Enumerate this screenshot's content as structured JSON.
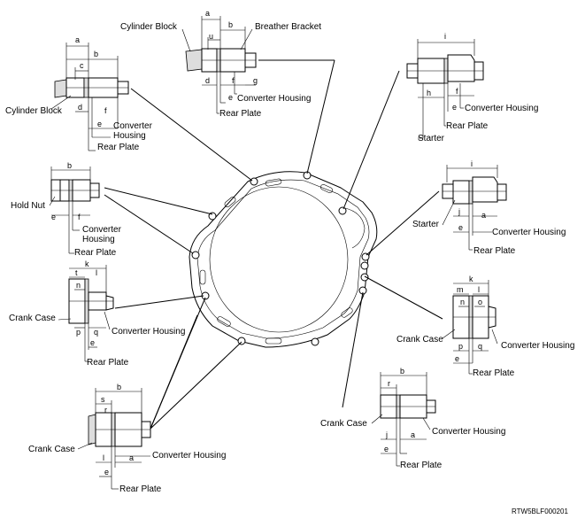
{
  "labels": {
    "cylinder_block_top": "Cylinder Block",
    "breather_bracket": "Breather Bracket",
    "converter_housing_top": "Converter Housing",
    "rear_plate_top": "Rear Plate",
    "cylinder_block_left": "Cylinder Block",
    "converter_housing_left_1": "Converter",
    "converter_housing_left_2": "Housing",
    "rear_plate_left": "Rear Plate",
    "hold_nut": "Hold Nut",
    "converter_housing_hold_1": "Converter",
    "converter_housing_hold_2": "Housing",
    "rear_plate_hold": "Rear Plate",
    "crank_case_left": "Crank Case",
    "converter_housing_crank_left": "Converter Housing",
    "rear_plate_crank_left": "Rear Plate",
    "crank_case_bottom": "Crank Case",
    "converter_housing_bottom": "Converter Housing",
    "rear_plate_bottom": "Rear Plate",
    "converter_housing_starter_top": "Converter Housing",
    "rear_plate_starter_top": "Rear Plate",
    "starter_top": "Starter",
    "starter_mid": "Starter",
    "converter_housing_starter_mid": "Converter Housing",
    "rear_plate_starter_mid": "Rear Plate",
    "crank_case_right": "Crank Case",
    "converter_housing_right": "Converter Housing",
    "rear_plate_right": "Rear Plate",
    "crank_case_bottom_right": "Crank Case",
    "converter_housing_bottom_right": "Converter Housing",
    "rear_plate_bottom_right": "Rear Plate"
  },
  "dims": {
    "a": "a",
    "b": "b",
    "c": "c",
    "d": "d",
    "e": "e",
    "f": "f",
    "g": "g",
    "h": "h",
    "i": "i",
    "j": "j",
    "k": "k",
    "l": "l",
    "m": "m",
    "n": "n",
    "o": "o",
    "p": "p",
    "q": "q",
    "r": "r",
    "s": "s",
    "t": "t",
    "u": "u"
  },
  "figure_code": "RTW5BLF000201"
}
